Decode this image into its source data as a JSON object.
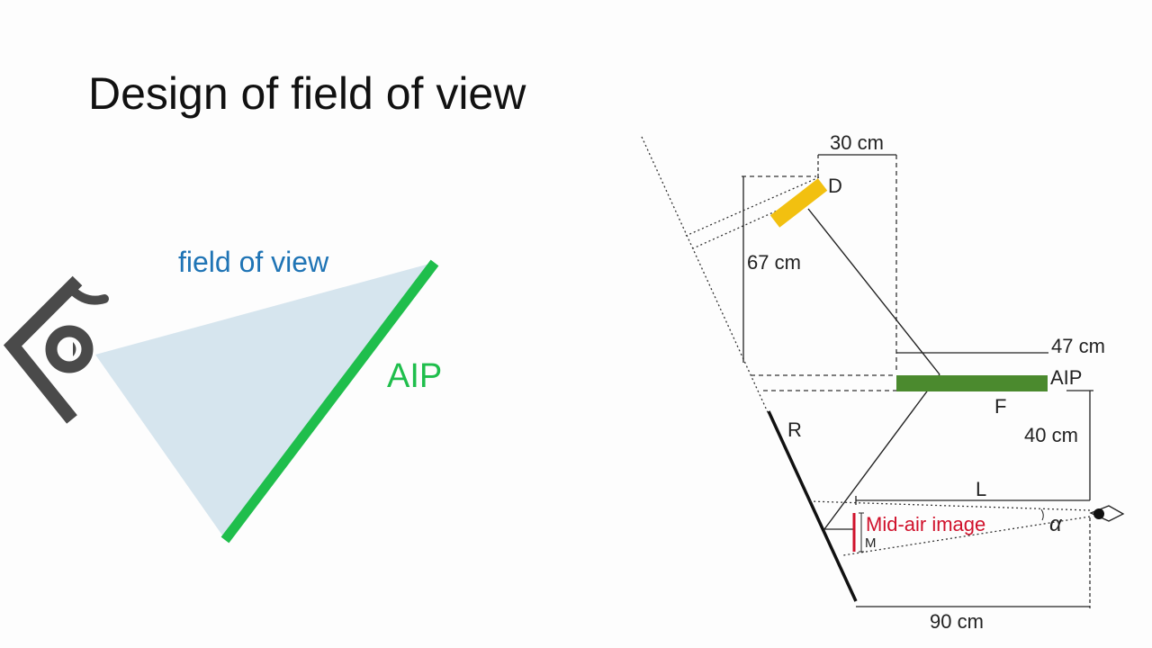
{
  "slide": {
    "title": "Design of field of view"
  },
  "left_diagram": {
    "fov_label": "field of view",
    "aip_label": "AIP",
    "eye_icon": "eye-icon",
    "colors": {
      "fov_text": "#1f74b5",
      "fov_fill": "#d6e5ee",
      "aip_line": "#1fbe4c",
      "eye": "#4a4a4a"
    }
  },
  "right_diagram": {
    "labels": {
      "display": "D",
      "aip": "AIP",
      "fresnel": "F",
      "reflector": "R",
      "distance": "L",
      "angle": "α",
      "image_size": "M",
      "mid_air_image": "Mid-air image"
    },
    "dimensions": {
      "width_30": "30 cm",
      "height_67": "67 cm",
      "offset_47": "47 cm",
      "height_40": "40 cm",
      "width_90": "90 cm"
    },
    "colors": {
      "display": "#f2c010",
      "aip_plate": "#4b8a2e",
      "mid_air": "#d0112b",
      "lines": "#222222"
    }
  }
}
